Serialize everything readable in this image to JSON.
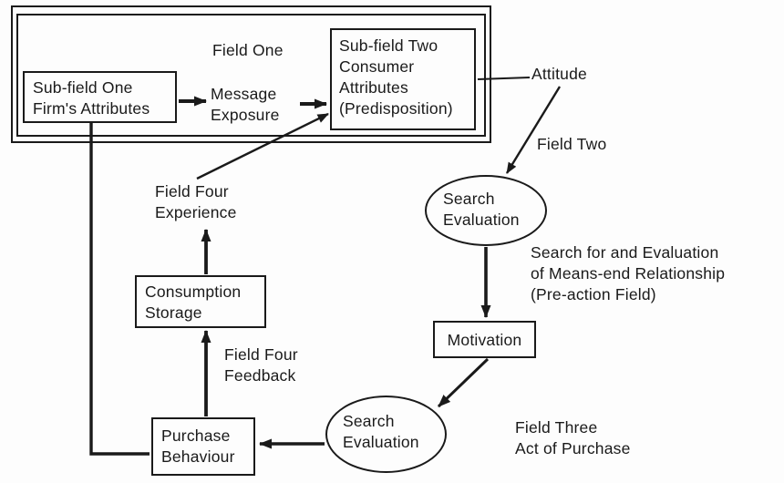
{
  "canvas": {
    "background": "#fdfdfd",
    "ink": "#1a1a1a"
  },
  "field_one": {
    "label": "Field One",
    "subfield_one": "Sub-field One\nFirm's Attributes",
    "message_exposure": "Message\nExposure",
    "subfield_two": "Sub-field Two\nConsumer\nAttributes\n(Predisposition)"
  },
  "flow": {
    "attitude_label": "Attitude",
    "field_two_label": "Field Two",
    "search_evaluation_top": "Search\nEvaluation",
    "means_end_note": "Search for and Evaluation\nof Means-end Relationship\n(Pre-action Field)",
    "motivation": "Motivation",
    "search_evaluation_bottom": "Search\nEvaluation",
    "field_three_note": "Field Three\nAct of Purchase",
    "purchase_behaviour": "Purchase\nBehaviour",
    "consumption_storage": "Consumption\nStorage",
    "field_four_feedback": "Field Four\nFeedback",
    "field_four_experience": "Field Four\nExperience"
  }
}
